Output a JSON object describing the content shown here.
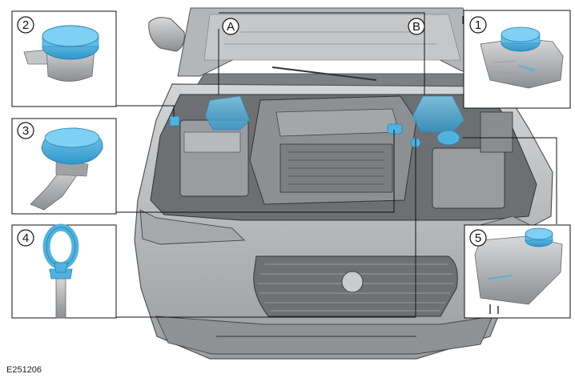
{
  "diagram": {
    "reference_code": "E251206",
    "callouts": {
      "c1": "1",
      "c2": "2",
      "c3": "3",
      "c4": "4",
      "c5": "5",
      "cA": "A",
      "cB": "B"
    },
    "colors": {
      "component_highlight": "#4fb3e0",
      "component_dark": "#2a8cc0",
      "car_body": "#b9bcbf",
      "car_shadow": "#8a8d90",
      "engine_dark": "#6a6d70",
      "leader_lines": "#111111"
    },
    "components": [
      {
        "id": "1",
        "part": "reservoir-with-blue-cap"
      },
      {
        "id": "2",
        "part": "reservoir-cap"
      },
      {
        "id": "3",
        "part": "filler-neck-cap"
      },
      {
        "id": "4",
        "part": "dipstick"
      },
      {
        "id": "5",
        "part": "expansion-tank"
      }
    ]
  }
}
